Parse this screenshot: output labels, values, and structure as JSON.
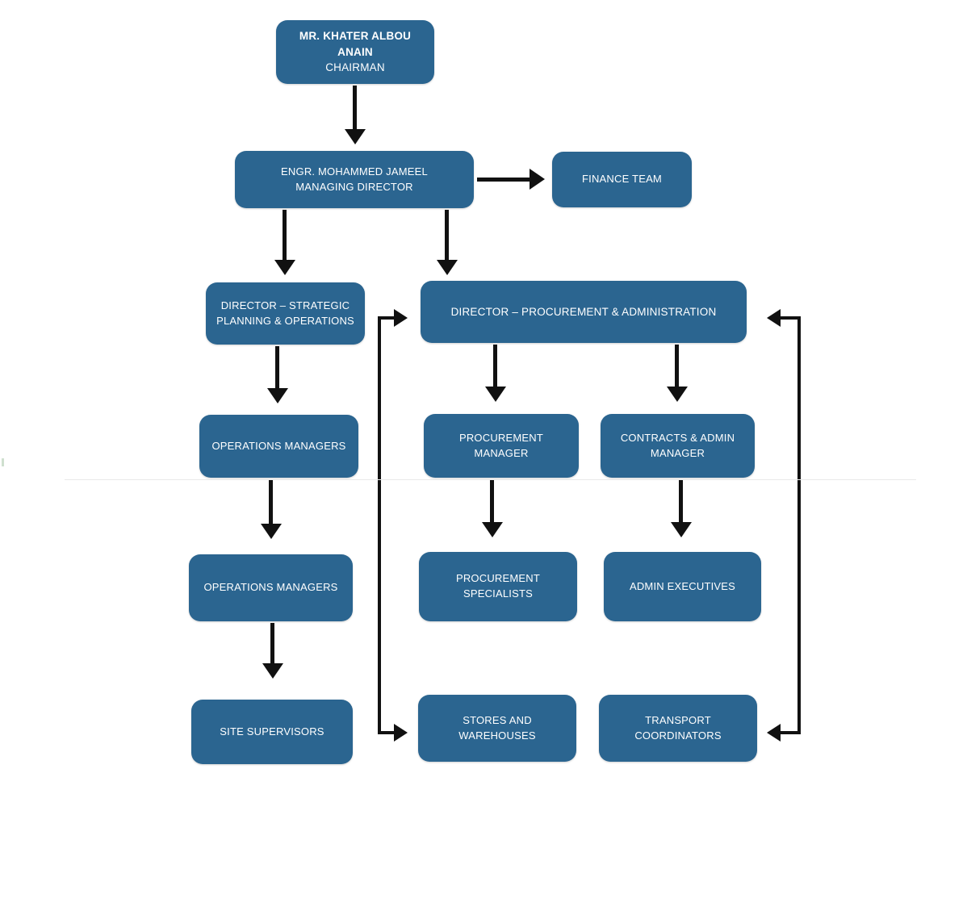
{
  "chart_data": {
    "type": "diagram",
    "title": "Company Organizational Chart",
    "node_fill_color": "#2b6590",
    "node_text_color": "#ffffff",
    "connector_color": "#111111",
    "background_color": "#ffffff",
    "nodes": [
      {
        "id": "chairman",
        "line1": "MR. KHATER ALBOU ANAIN",
        "line2": "CHAIRMAN",
        "level": 1
      },
      {
        "id": "managing-director",
        "line1": "ENGR. MOHAMMED JAMEEL",
        "line2": "MANAGING DIRECTOR",
        "level": 2
      },
      {
        "id": "finance-team",
        "line1": "FINANCE TEAM",
        "line2": "",
        "level": 2
      },
      {
        "id": "director-strategic",
        "line1": "DIRECTOR – STRATEGIC",
        "line2": "PLANNING & OPERATIONS",
        "level": 3
      },
      {
        "id": "director-procurement",
        "line1": "DIRECTOR – PROCUREMENT & ADMINISTRATION",
        "line2": "",
        "level": 3
      },
      {
        "id": "operations-managers-1",
        "line1": "OPERATIONS MANAGERS",
        "line2": "",
        "level": 4
      },
      {
        "id": "procurement-manager",
        "line1": "PROCUREMENT",
        "line2": "MANAGER",
        "level": 4
      },
      {
        "id": "contracts-admin-manager",
        "line1": "CONTRACTS & ADMIN",
        "line2": "MANAGER",
        "level": 4
      },
      {
        "id": "operations-managers-2",
        "line1": "OPERATIONS MANAGERS",
        "line2": "",
        "level": 5
      },
      {
        "id": "procurement-specialists",
        "line1": "PROCUREMENT",
        "line2": "SPECIALISTS",
        "level": 5
      },
      {
        "id": "admin-executives",
        "line1": "ADMIN EXECUTIVES",
        "line2": "",
        "level": 5
      },
      {
        "id": "site-supervisors",
        "line1": "SITE SUPERVISORS",
        "line2": "",
        "level": 6
      },
      {
        "id": "stores-warehouses",
        "line1": "STORES AND",
        "line2": "WAREHOUSES",
        "level": 6
      },
      {
        "id": "transport-coordinators",
        "line1": "TRANSPORT",
        "line2": "COORDINATORS",
        "level": 6
      }
    ],
    "edges": [
      {
        "from": "chairman",
        "to": "managing-director",
        "style": "arrow-down"
      },
      {
        "from": "managing-director",
        "to": "finance-team",
        "style": "arrow-right"
      },
      {
        "from": "managing-director",
        "to": "director-strategic",
        "style": "arrow-down"
      },
      {
        "from": "managing-director",
        "to": "director-procurement",
        "style": "arrow-down"
      },
      {
        "from": "director-strategic",
        "to": "operations-managers-1",
        "style": "arrow-down"
      },
      {
        "from": "director-procurement",
        "to": "procurement-manager",
        "style": "arrow-down"
      },
      {
        "from": "director-procurement",
        "to": "contracts-admin-manager",
        "style": "arrow-down"
      },
      {
        "from": "operations-managers-1",
        "to": "operations-managers-2",
        "style": "arrow-down"
      },
      {
        "from": "procurement-manager",
        "to": "procurement-specialists",
        "style": "arrow-down"
      },
      {
        "from": "contracts-admin-manager",
        "to": "admin-executives",
        "style": "arrow-down"
      },
      {
        "from": "operations-managers-2",
        "to": "site-supervisors",
        "style": "arrow-down"
      },
      {
        "from": "stores-warehouses",
        "to": "director-procurement",
        "style": "bracket-left"
      },
      {
        "from": "transport-coordinators",
        "to": "director-procurement",
        "style": "bracket-right"
      }
    ]
  },
  "nodes": {
    "chairman": {
      "line1": "MR. KHATER ALBOU ANAIN",
      "line2": "CHAIRMAN"
    },
    "managing_director": {
      "line1": "ENGR. MOHAMMED JAMEEL",
      "line2": "MANAGING DIRECTOR"
    },
    "finance_team": {
      "line1": "FINANCE TEAM",
      "line2": ""
    },
    "director_strategic": {
      "line1": "DIRECTOR – STRATEGIC",
      "line2": "PLANNING & OPERATIONS"
    },
    "director_procurement": {
      "line1": "DIRECTOR – PROCUREMENT & ADMINISTRATION",
      "line2": ""
    },
    "operations_managers_1": {
      "line1": "OPERATIONS MANAGERS",
      "line2": ""
    },
    "procurement_manager": {
      "line1": "PROCUREMENT",
      "line2": "MANAGER"
    },
    "contracts_admin_manager": {
      "line1": "CONTRACTS & ADMIN",
      "line2": "MANAGER"
    },
    "operations_managers_2": {
      "line1": "OPERATIONS MANAGERS",
      "line2": ""
    },
    "procurement_specialists": {
      "line1": "PROCUREMENT",
      "line2": "SPECIALISTS"
    },
    "admin_executives": {
      "line1": "ADMIN EXECUTIVES",
      "line2": ""
    },
    "site_supervisors": {
      "line1": "SITE SUPERVISORS",
      "line2": ""
    },
    "stores_warehouses": {
      "line1": "STORES AND",
      "line2": "WAREHOUSES"
    },
    "transport_coordinators": {
      "line1": "TRANSPORT",
      "line2": "COORDINATORS"
    }
  }
}
